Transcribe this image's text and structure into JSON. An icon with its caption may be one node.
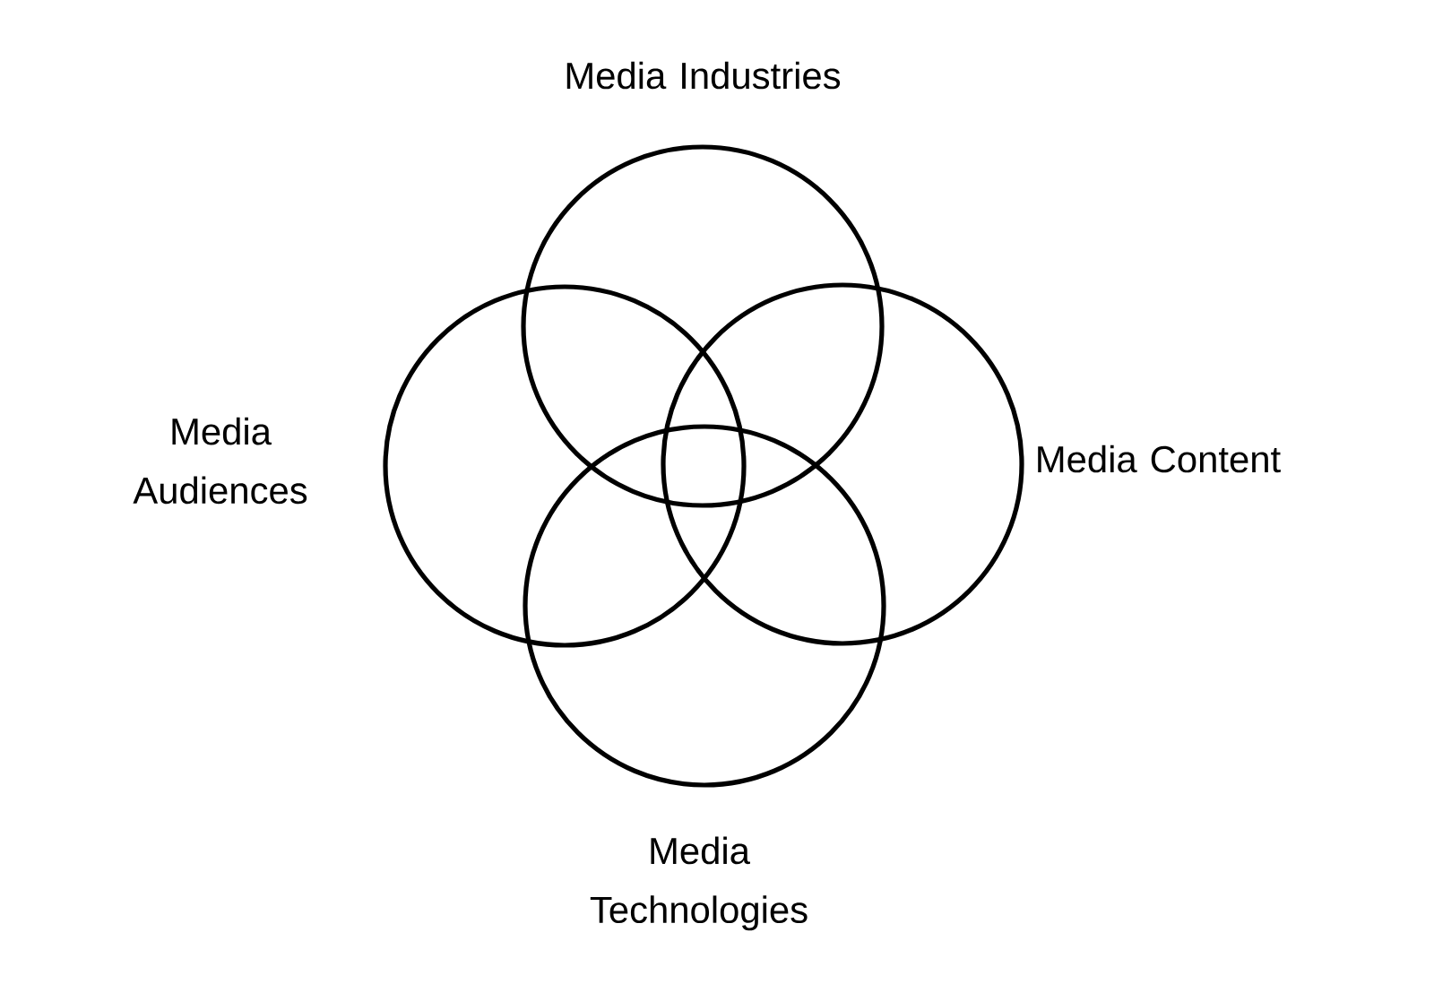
{
  "diagram": {
    "nodes": [
      {
        "text": [
          "Media Industries"
        ]
      },
      {
        "text": [
          "Media Audiences"
        ]
      },
      {
        "text": [
          "Media Content"
        ]
      },
      {
        "text": [
          "Media Technologies"
        ]
      }
    ]
  }
}
